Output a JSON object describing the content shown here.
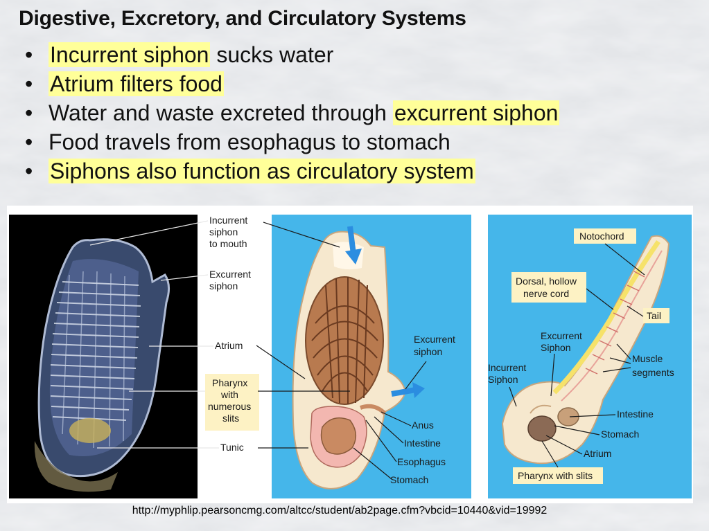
{
  "title": "Digestive, Excretory, and Circulatory Systems",
  "bullets": [
    {
      "highlight": "Incurrent siphon",
      "rest": " sucks water",
      "order": "hl-first"
    },
    {
      "highlight": "Atrium filters food",
      "rest": "",
      "order": "hl-first"
    },
    {
      "plain": "Water and waste excreted through ",
      "highlight": "excurrent siphon",
      "order": "hl-last"
    },
    {
      "plain": "Food travels from esophagus to stomach",
      "order": "plain"
    },
    {
      "highlight": "Siphons also function as circulatory system",
      "rest": "",
      "order": "hl-first"
    }
  ],
  "bullet_symbol": "•",
  "figure": {
    "left_labels": {
      "incurrent_l1": "Incurrent",
      "incurrent_l2": "siphon",
      "incurrent_l3": "to mouth",
      "excurrent_l1": "Excurrent",
      "excurrent_l2": "siphon",
      "atrium": "Atrium",
      "pharynx_l1": "Pharynx",
      "pharynx_l2": "with",
      "pharynx_l3": "numerous",
      "pharynx_l4": "slits",
      "tunic": "Tunic"
    },
    "middle_labels": {
      "excurrent_l1": "Excurrent",
      "excurrent_l2": "siphon",
      "anus": "Anus",
      "intestine": "Intestine",
      "esophagus": "Esophagus",
      "stomach": "Stomach"
    },
    "right_labels": {
      "notochord": "Notochord",
      "dorsal_l1": "Dorsal, hollow",
      "dorsal_l2": "nerve cord",
      "tail": "Tail",
      "excurrent_l1": "Excurrent",
      "excurrent_l2": "Siphon",
      "incurrent_l1": "Incurrent",
      "incurrent_l2": "Siphon",
      "muscle_l1": "Muscle",
      "muscle_l2": "segments",
      "intestine": "Intestine",
      "stomach": "Stomach",
      "atrium": "Atrium",
      "pharynx": "Pharynx with slits"
    }
  },
  "source_url": "http://myphlip.pearsoncmg.com/altcc/student/ab2page.cfm?vbcid=10440&vid=19992",
  "colors": {
    "highlight": "#ffff99",
    "panel_blue": "#45b6ea",
    "label_box": "#fdf2c4",
    "photo_bg": "#000000"
  }
}
